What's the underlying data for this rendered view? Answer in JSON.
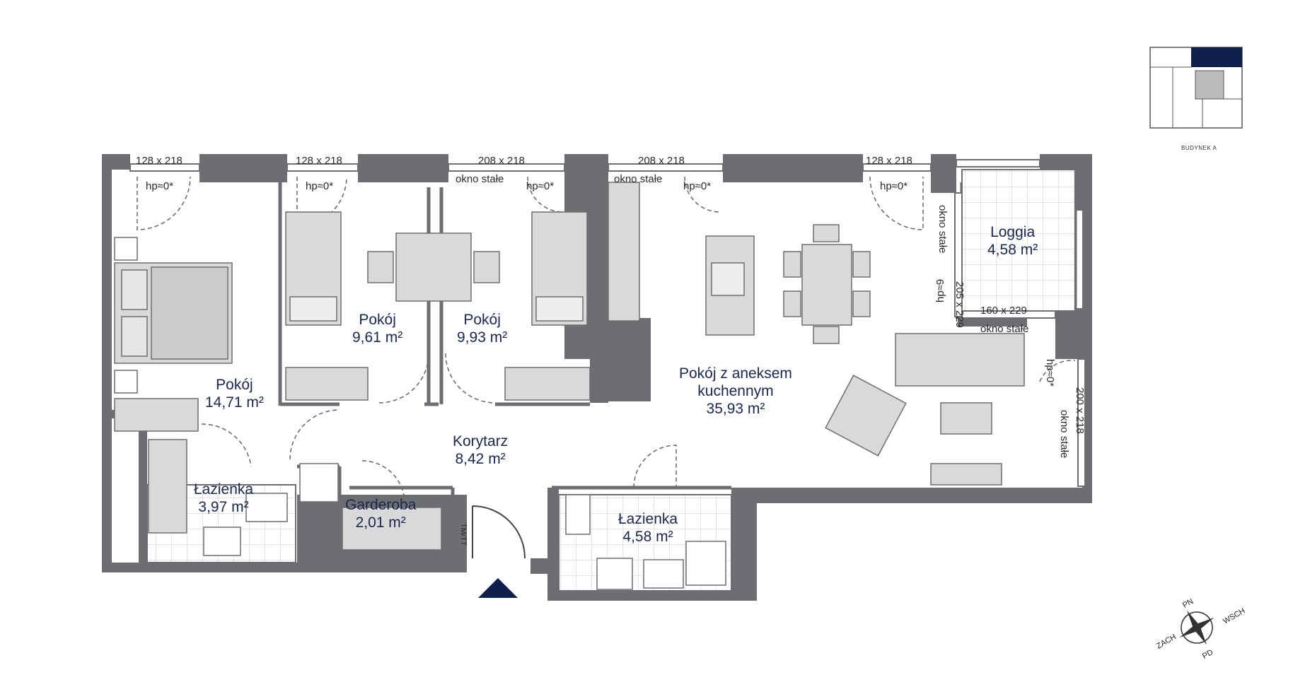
{
  "rooms": [
    {
      "name": "Pokój",
      "area": "14,71 m²"
    },
    {
      "name": "Pokój",
      "area": "9,61 m²"
    },
    {
      "name": "Pokój",
      "area": "9,93 m²"
    },
    {
      "name": "Pokój z aneksem",
      "name2": "kuchennym",
      "area": "35,93 m²"
    },
    {
      "name": "Loggia",
      "area": "4,58 m²"
    },
    {
      "name": "Korytarz",
      "area": "8,42 m²"
    },
    {
      "name": "Łazienka",
      "area": "3,97 m²"
    },
    {
      "name": "Garderoba",
      "area": "2,01 m²"
    },
    {
      "name": "Łazienka",
      "area": "4,58 m²"
    }
  ],
  "windows": {
    "w1": "128 x 218",
    "w2": "128 x 218",
    "w3": "208 x 218",
    "w4": "208 x 218",
    "w5": "128 x 218",
    "w6": "205 x 229",
    "w7": "160 x 229",
    "w8": "200 x 218"
  },
  "notes": {
    "hp0": "hp≈0*",
    "hp9": "hp≈9",
    "okno_stale": "okno stałe",
    "tmtt": "TM/TT"
  },
  "minimap": {
    "caption": "BUDYNEK A"
  },
  "compass": {
    "n": "PN",
    "e": "WSCH",
    "s": "PD",
    "w": "ZACH"
  },
  "colors": {
    "wall": "#6d6e71",
    "accent": "#0f1f4b",
    "furniture": "#d9d9d9",
    "text": "#1a2850"
  }
}
